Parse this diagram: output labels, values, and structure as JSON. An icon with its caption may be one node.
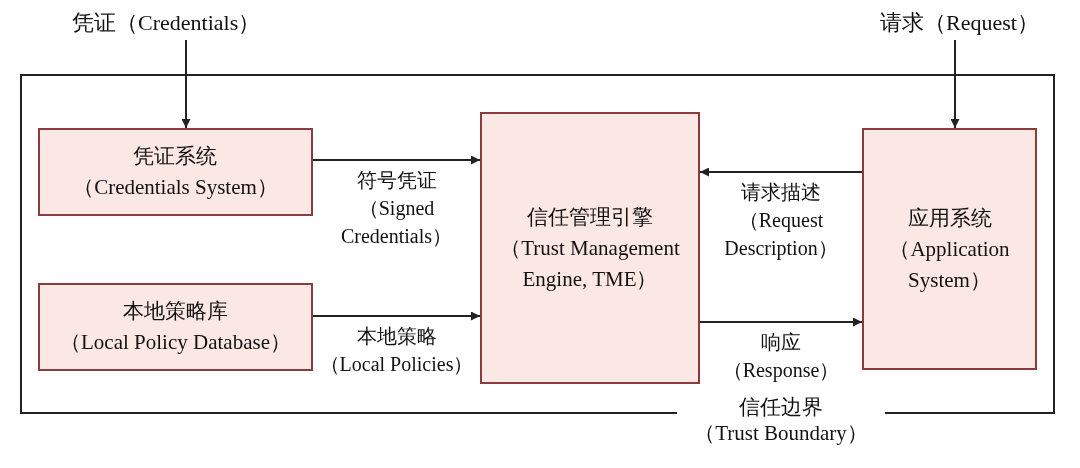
{
  "diagram": {
    "nodes": [
      {
        "text": [
          "信任边界（Trust Boundary）"
        ]
      },
      {
        "text": [
          "凭证系统（Credentials System）"
        ],
        "in": 0
      },
      {
        "text": [
          "本地策略库（Local Policy Database）"
        ],
        "in": 0
      },
      {
        "text": [
          "信任管理引擎（Trust Management Engine, TME）"
        ],
        "in": 0
      },
      {
        "text": [
          "应用系统（Application System）"
        ],
        "in": 0
      },
      {
        "text": [
          "凭证（Credentials）"
        ]
      },
      {
        "text": [
          "请求（Request）"
        ]
      }
    ],
    "edges": [
      {
        "from": 5,
        "to": 1,
        "arrow": "to"
      },
      {
        "from": 6,
        "to": 4,
        "arrow": "to"
      },
      {
        "from": 1,
        "to": 3,
        "arrow": "to",
        "label": "符号凭证（Signed Credentials）"
      },
      {
        "from": 2,
        "to": 3,
        "arrow": "to",
        "label": "本地策略（Local Policies）"
      },
      {
        "from": 4,
        "to": 3,
        "arrow": "to",
        "label": "请求描述（Request Description）"
      },
      {
        "from": 3,
        "to": 4,
        "arrow": "to",
        "label": "响应（Response）"
      }
    ]
  }
}
